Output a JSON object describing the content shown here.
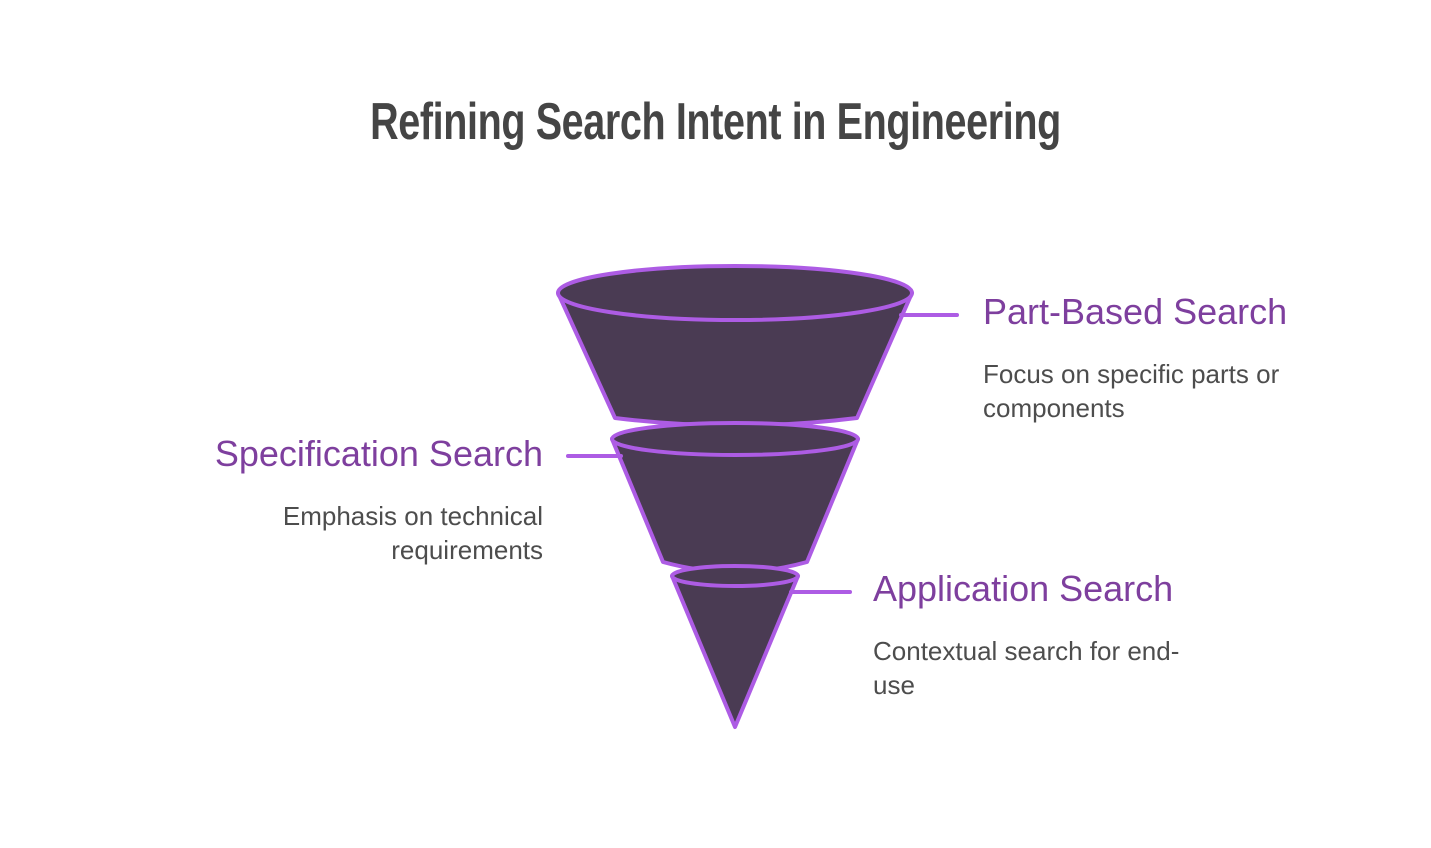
{
  "title": {
    "text": "Refining Search Intent in Engineering"
  },
  "funnel": {
    "stages": [
      {
        "heading": "Part-Based Search",
        "description": "Focus on specific parts or components",
        "label_side": "right"
      },
      {
        "heading": "Specification Search",
        "description": "Emphasis on technical requirements",
        "label_side": "left"
      },
      {
        "heading": "Application Search",
        "description": "Contextual search for end-use",
        "label_side": "right"
      }
    ]
  },
  "colors": {
    "background": "#ffffff",
    "funnel_fill": "#4a3b53",
    "funnel_stroke": "#ad5ce4",
    "connector_line": "#ad5ce4",
    "title_text": "#454545",
    "heading_text": "#7e3f9e",
    "description_text": "#4d4d4d"
  }
}
